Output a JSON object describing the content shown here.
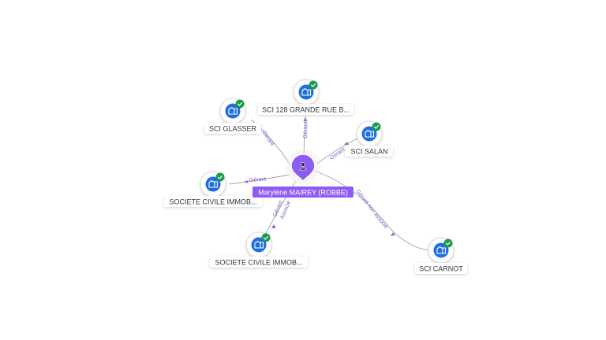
{
  "colors": {
    "edge": "#9ba1ad",
    "edge_label": "#7c5cc4",
    "person_pin": "#8e5cf0",
    "company_icon": "#1f6fe0",
    "check_badge": "#1a9a4a",
    "label_bg": "#ffffff"
  },
  "center_node": {
    "name": "Marylène MAIREY (ROBBE)",
    "icon": "person-icon"
  },
  "companies": [
    {
      "name": "SCI 128 GRANDE RUE B...",
      "relation": "Gérant",
      "status_icon": "check-badge-icon"
    },
    {
      "name": "SCI GLASSER",
      "relation": "Gérant",
      "status_icon": "check-badge-icon"
    },
    {
      "name": "SCI SALAN",
      "relation": "Gérant",
      "status_icon": "check-badge-icon"
    },
    {
      "name": "SOCIETE CIVILE IMMOB...",
      "relation": "Gérant",
      "status_icon": "check-badge-icon"
    },
    {
      "name": "SOCIETE CIVILE IMMOB...",
      "relation": "Gérant",
      "relation_2": "Associé",
      "status_icon": "check-badge-icon"
    },
    {
      "name": "SCI CARNOT",
      "relation": "Gérant non associé",
      "status_icon": "check-badge-icon"
    }
  ]
}
